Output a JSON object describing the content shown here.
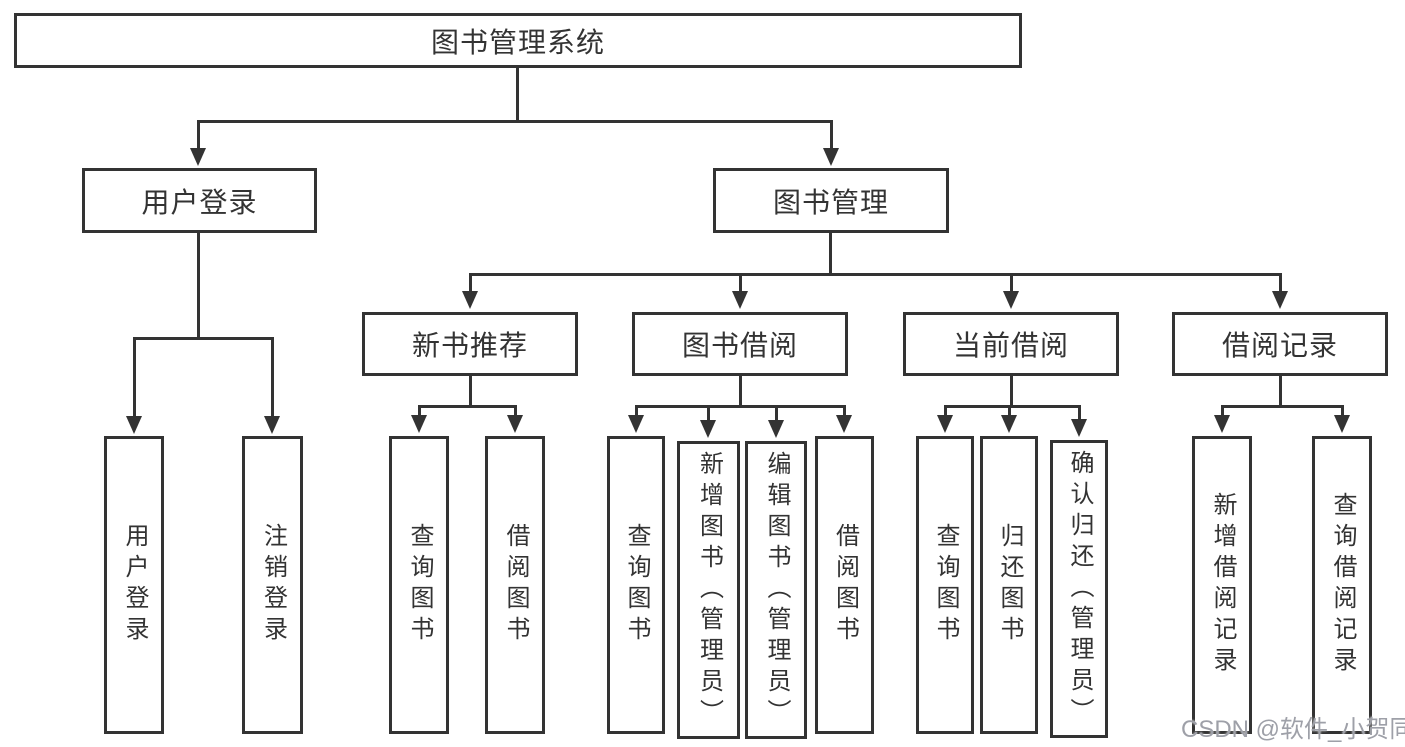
{
  "diagram": {
    "title_note": "library management system feature tree",
    "root": {
      "label": "图书管理系统"
    },
    "level2": [
      {
        "label": "用户登录"
      },
      {
        "label": "图书管理"
      }
    ],
    "level3": [
      {
        "label": "新书推荐"
      },
      {
        "label": "图书借阅"
      },
      {
        "label": "当前借阅"
      },
      {
        "label": "借阅记录"
      }
    ],
    "leaves": {
      "user_login": [
        {
          "label": "用户登录"
        },
        {
          "label": "注销登录"
        }
      ],
      "new_book": [
        {
          "label": "查询图书"
        },
        {
          "label": "借阅图书"
        }
      ],
      "book_borrow": [
        {
          "label": "查询图书"
        },
        {
          "label": "新增图书（管理员）"
        },
        {
          "label": "编辑图书（管理员）"
        },
        {
          "label": "借阅图书"
        }
      ],
      "current_borrow": [
        {
          "label": "查询图书"
        },
        {
          "label": "归还图书"
        },
        {
          "label": "确认归还（管理员）"
        }
      ],
      "borrow_record": [
        {
          "label": "新增借阅记录"
        },
        {
          "label": "查询借阅记录"
        }
      ]
    }
  },
  "watermark": {
    "text": "CSDN @软件_小贺同学"
  },
  "colors": {
    "line": "#333333",
    "text": "#333333",
    "watermark": "#9ea0a8",
    "background": "#ffffff"
  }
}
